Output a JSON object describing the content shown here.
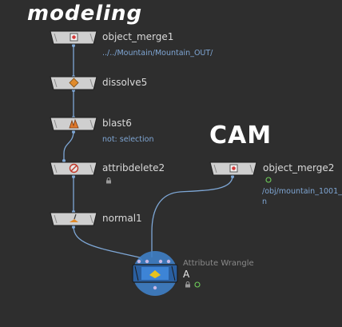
{
  "annotations": {
    "modeling": "modeling",
    "cam": "CAM"
  },
  "nodes": {
    "object_merge1": {
      "name": "object_merge1",
      "path": "../../Mountain/Mountain_OUT/",
      "icon": "object-merge-icon"
    },
    "dissolve5": {
      "name": "dissolve5",
      "icon": "dissolve-icon"
    },
    "blast6": {
      "name": "blast6",
      "comment": "not: selection",
      "icon": "blast-icon"
    },
    "attribdelete2": {
      "name": "attribdelete2",
      "icon": "attribdelete-icon"
    },
    "normal1": {
      "name": "normal1",
      "icon": "normal-icon"
    },
    "object_merge2": {
      "name": "object_merge2",
      "path_line1": "/obj/mountain_1001_",
      "path_line2": "n",
      "icon": "object-merge-icon"
    },
    "attribute_wrangle": {
      "type": "Attribute Wrangle",
      "name": "A",
      "icon": "wrangle-icon"
    }
  },
  "colors": {
    "background": "#2e2e2e",
    "wire": "#7ea7d6",
    "node_fill": "#cfcfcf",
    "wrangle_fill": "#3f7fc6",
    "label": "#d9d9d9",
    "sub_label": "#7fa6d4"
  }
}
